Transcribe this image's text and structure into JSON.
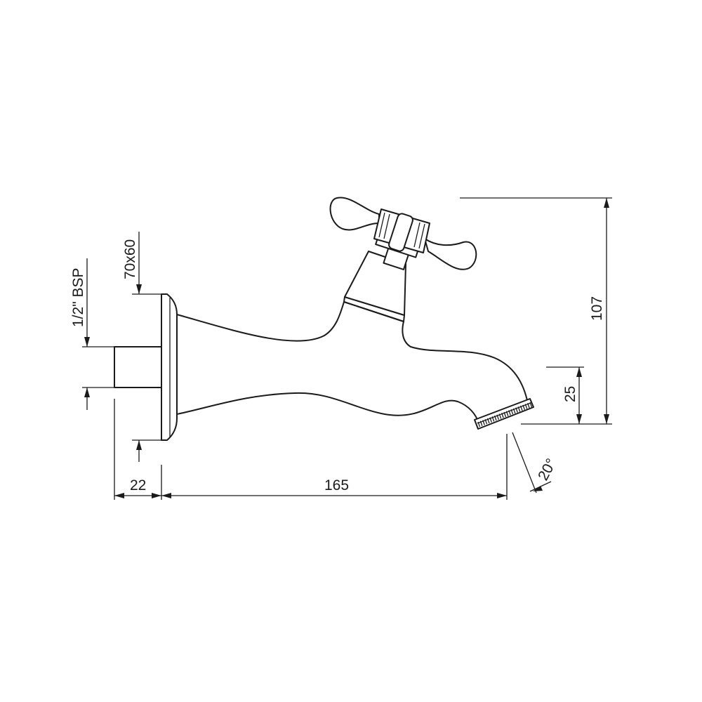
{
  "dimensions": {
    "thread_length": "22",
    "projection": "165",
    "height_total": "107",
    "spout_drop": "25",
    "spout_angle": "20°",
    "thread_size": "1/2\" BSP",
    "flange_size": "70x60"
  },
  "colors": {
    "line": "#1a1a1a",
    "background": "#ffffff"
  }
}
